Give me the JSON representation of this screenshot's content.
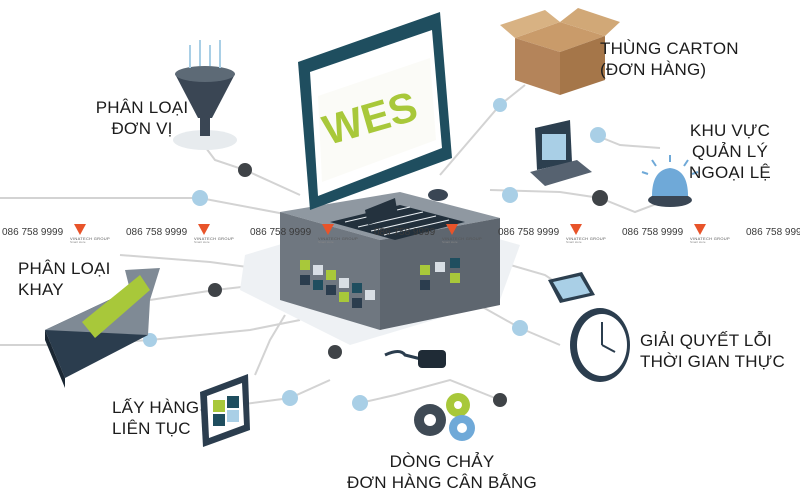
{
  "center": {
    "title": "WES"
  },
  "labels": {
    "carton": [
      "THÙNG CARTON",
      "(ĐƠN HÀNG)"
    ],
    "unit_sort": [
      "PHÂN LOẠI",
      "ĐƠN VỊ"
    ],
    "exceptions": [
      "KHU VỰC",
      "QUẢN LÝ",
      "NGOẠI LỆ"
    ],
    "tray_sort": [
      "PHÂN LOẠI",
      "KHAY"
    ],
    "realtime": [
      "GIẢI QUYẾT LỖI",
      "THỜI GIAN THỰC"
    ],
    "continuous": [
      "LẤY HÀNG",
      "LIÊN TỤC"
    ],
    "balanced": [
      "DÒNG CHẢY",
      "ĐƠN HÀNG CÂN BẰNG"
    ]
  },
  "watermark": {
    "phone": "086 758 9999",
    "brand": "VINATECH GROUP",
    "sub": "Smart store",
    "repeats": 7
  },
  "colors": {
    "teal": "#1f4e5f",
    "accent_green": "#a8c83a",
    "node_blue": "#a9cfe6",
    "node_dark": "#3f4347",
    "line_gray": "#d3d3d3",
    "brand_orange": "#e8542a"
  }
}
